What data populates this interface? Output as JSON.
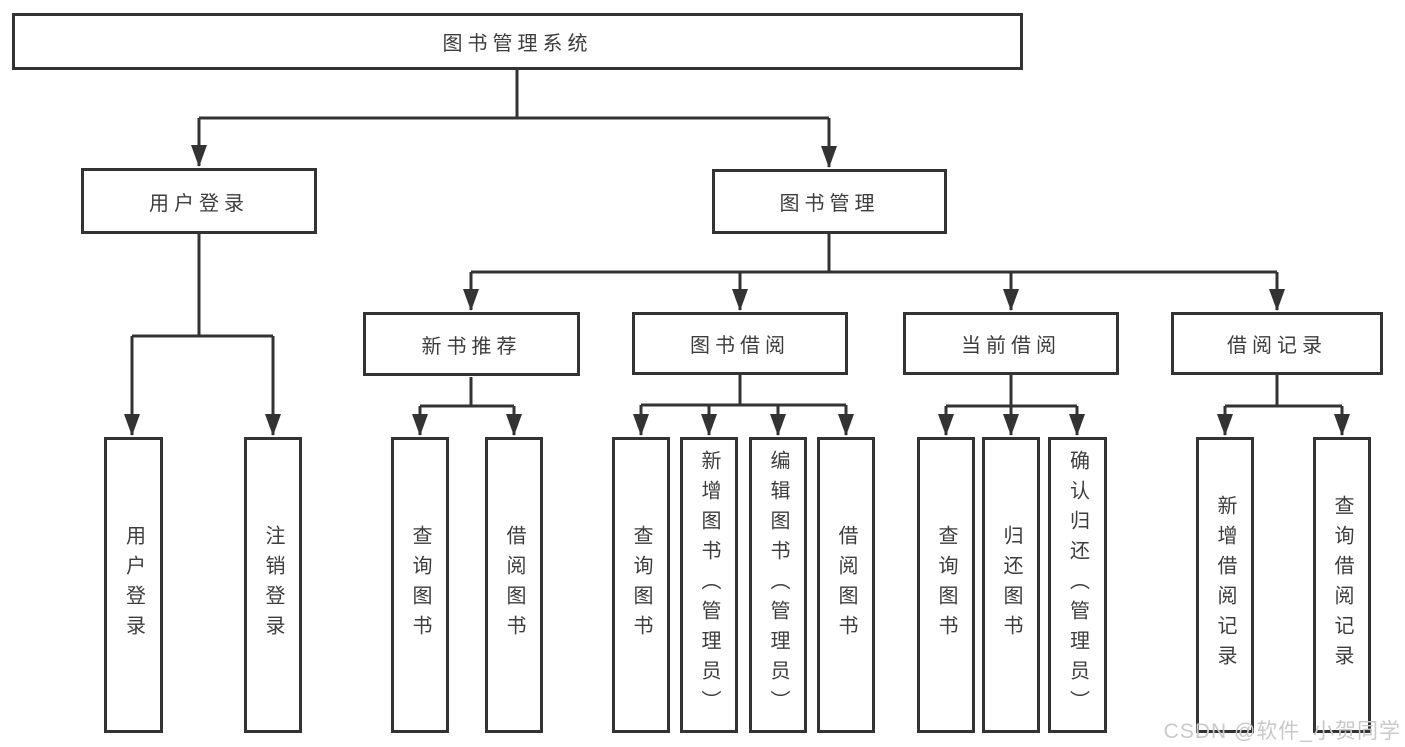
{
  "tree": {
    "label": "图书管理系统",
    "children": [
      {
        "label": "用户登录",
        "children": [
          {
            "label": "用户登录"
          },
          {
            "label": "注销登录"
          }
        ]
      },
      {
        "label": "图书管理",
        "children": [
          {
            "label": "新书推荐",
            "children": [
              {
                "label": "查询图书"
              },
              {
                "label": "借阅图书"
              }
            ]
          },
          {
            "label": "图书借阅",
            "children": [
              {
                "label": "查询图书"
              },
              {
                "label": "新增图书（管理员）"
              },
              {
                "label": "编辑图书（管理员）"
              },
              {
                "label": "借阅图书"
              }
            ]
          },
          {
            "label": "当前借阅",
            "children": [
              {
                "label": "查询图书"
              },
              {
                "label": "归还图书"
              },
              {
                "label": "确认归还（管理员）"
              }
            ]
          },
          {
            "label": "借阅记录",
            "children": [
              {
                "label": "新增借阅记录"
              },
              {
                "label": "查询借阅记录"
              }
            ]
          }
        ]
      }
    ]
  },
  "watermark": {
    "text": "CSDN @软件_小贺同学"
  },
  "colors": {
    "line": "#333333",
    "box_border": "#333333",
    "box_fill": "#ffffff",
    "text": "#3d3d3d",
    "watermark_text": "#c9c9c9"
  }
}
